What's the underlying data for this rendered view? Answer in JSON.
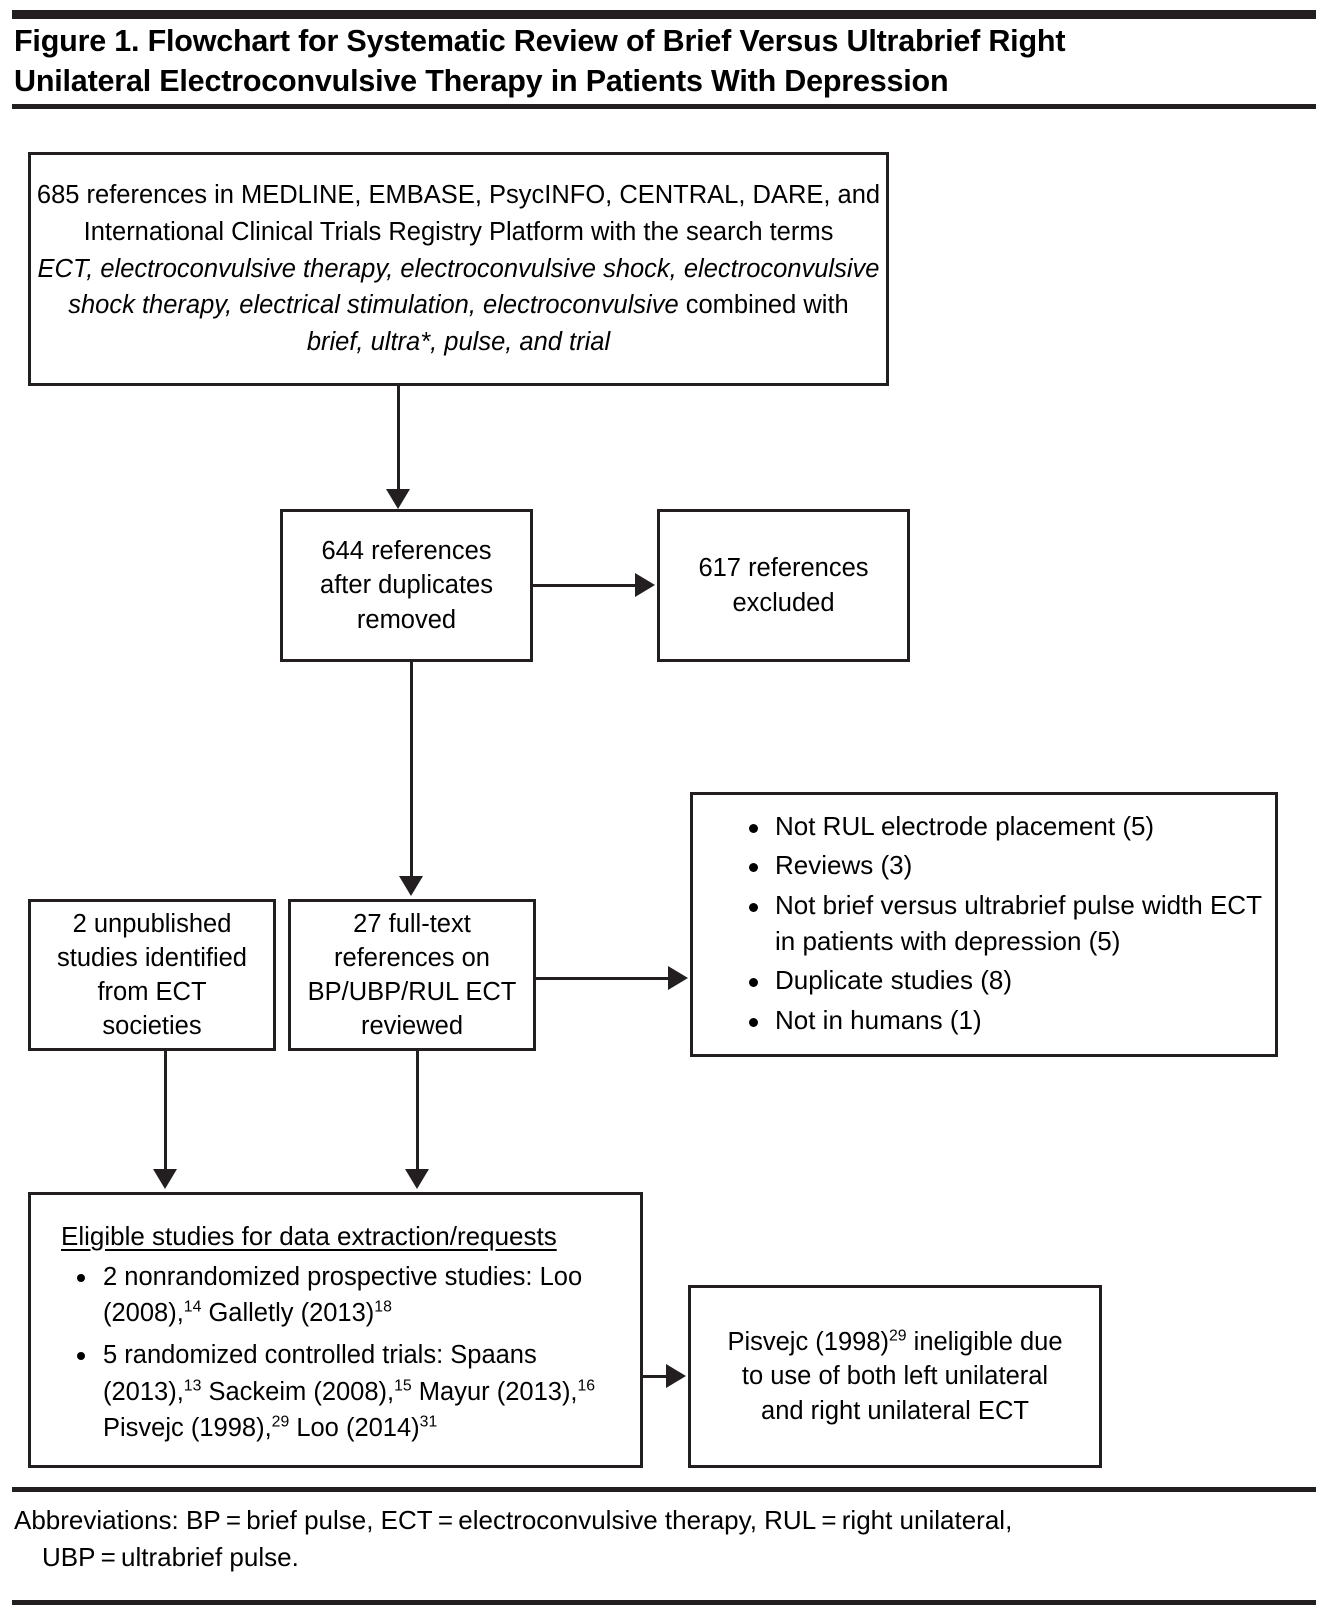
{
  "figure": {
    "title": "Figure 1. Flowchart for Systematic Review of Brief Versus Ultrabrief Right Unilateral Electroconvulsive Therapy in Patients With Depression"
  },
  "boxes": {
    "search": {
      "line1": "685 references in MEDLINE, EMBASE, PsycINFO, CENTRAL, DARE, and",
      "line2": "International Clinical Trials Registry Platform with the search terms",
      "line3_italic": "ECT, electroconvulsive therapy, electroconvulsive shock, electroconvulsive",
      "line4_italic": "shock therapy, electrical stimulation, electroconvulsive",
      "line4_roman": " combined with",
      "line5_italic": "brief, ultra*, pulse, and trial"
    },
    "dedup": {
      "line1": "644 references",
      "line2": "after duplicates",
      "line3": "removed"
    },
    "excluded": {
      "line1": "617  references",
      "line2": "excluded"
    },
    "unpublished": {
      "line1": "2 unpublished",
      "line2": "studies identified",
      "line3": "from ECT",
      "line4": "societies"
    },
    "fulltext": {
      "line1": "27 full-text",
      "line2": "references on",
      "line3": "BP/UBP/RUL ECT",
      "line4": "reviewed"
    },
    "exclusion_reasons": [
      "Not RUL electrode placement (5)",
      "Reviews (3)",
      "Not brief versus ultrabrief pulse width ECT in patients with depression (5)",
      "Duplicate studies (8)",
      "Not in humans (1)"
    ],
    "eligible": {
      "heading": "Eligible studies for data extraction/requests",
      "bullet1_pre": "2 nonrandomized prospective studies: Loo (2008),",
      "bullet1_sup1": "14",
      "bullet1_mid": " Galletly (2013)",
      "bullet1_sup2": "18",
      "bullet2_pre": "5 randomized controlled trials: Spaans (2013),",
      "bullet2_sup1": "13",
      "bullet2_a": " Sackeim (2008),",
      "bullet2_sup2": "15",
      "bullet2_b": " Mayur (2013),",
      "bullet2_sup3": "16",
      "bullet2_c": " Pisvejc (1998),",
      "bullet2_sup4": "29",
      "bullet2_d": " Loo (2014)",
      "bullet2_sup5": "31"
    },
    "pisvejc": {
      "line1_pre": "Pisvejc (1998)",
      "line1_sup": "29",
      "line1_post": " ineligible due",
      "line2": "to  use of both left unilateral",
      "line3": "and  right unilateral ECT"
    }
  },
  "footer": {
    "line1": "Abbreviations: BP = brief pulse, ECT = electroconvulsive therapy, RUL = right unilateral,",
    "line2": "UBP = ultrabrief pulse."
  },
  "colors": {
    "ink": "#231f20",
    "background": "#ffffff"
  }
}
